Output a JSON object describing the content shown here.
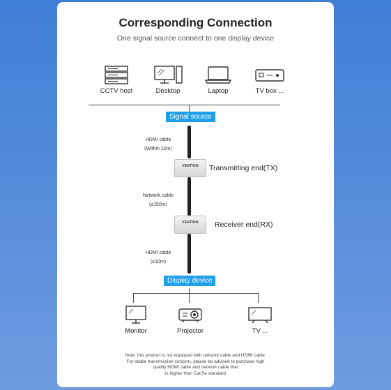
{
  "title": "Corresponding Connection",
  "subtitle": "One signal source connect to one display device",
  "sources": [
    {
      "label": "CCTV host",
      "icon": "cctv-host-icon"
    },
    {
      "label": "Desktop",
      "icon": "desktop-icon"
    },
    {
      "label": "Laptop",
      "icon": "laptop-icon"
    },
    {
      "label": "TV box ...",
      "icon": "tv-box-icon"
    }
  ],
  "signal_source_label": "Signal source",
  "cable1": {
    "line1": "HDMI cable",
    "line2": "(Within 10m)"
  },
  "tx": {
    "brand": "VENTION",
    "label": "Transmitting end(TX)"
  },
  "cable2": {
    "line1": "Network cable",
    "line2": "(≤150m)"
  },
  "rx": {
    "brand": "VENTION",
    "label": "Receiver end(RX)"
  },
  "cable3": {
    "line1": "HDMI cable",
    "line2": "(≤10m)"
  },
  "display_device_label": "Display device",
  "displays": [
    {
      "label": "Monitor",
      "icon": "monitor-icon"
    },
    {
      "label": "Projector",
      "icon": "projector-icon"
    },
    {
      "label": "TV   ...",
      "icon": "tv-icon"
    }
  ],
  "note": {
    "line1": "Note: this product is not equipped with network cable and HDMI cable.",
    "line2": "For stable transmission concern, please be advised to purchase high",
    "line3": "quality HDMI cable and network cable that",
    "line4": "is higher than Cat.5e standard"
  },
  "colors": {
    "accent": "#1ea0e8",
    "background": "#4a86d8"
  }
}
